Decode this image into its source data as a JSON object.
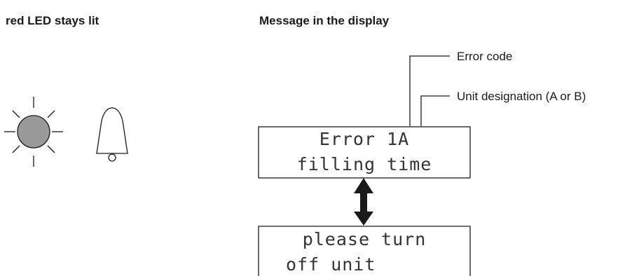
{
  "headings": {
    "led": "red LED stays lit",
    "display": "Message in the display"
  },
  "callouts": {
    "error_code": "Error code",
    "unit_designation": "Unit designation (A or B)"
  },
  "display_top": {
    "line1": "Error 1A",
    "line2": "filling time"
  },
  "display_bottom": {
    "line1": "please turn",
    "line2": "off unit"
  },
  "icons": {
    "led": "led-light-icon",
    "bell": "bell-icon",
    "arrow": "double-arrow-icon"
  },
  "colors": {
    "led_fill": "#999999",
    "line": "#1a1a1a"
  }
}
